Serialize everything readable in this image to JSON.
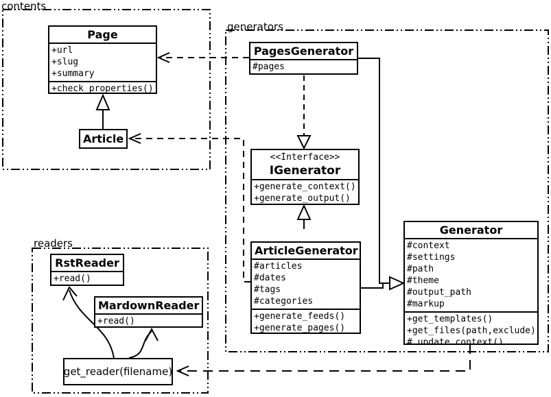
{
  "packages": {
    "contents": {
      "label": "contents"
    },
    "generators": {
      "label": "generators"
    },
    "readers": {
      "label": "readers"
    }
  },
  "classes": {
    "page": {
      "name": "Page",
      "attributes": [
        "+url",
        "+slug",
        "+summary"
      ],
      "methods": [
        "+check_properties()"
      ]
    },
    "article": {
      "name": "Article"
    },
    "pages_generator": {
      "name": "PagesGenerator",
      "attributes": [
        "#pages"
      ]
    },
    "igenerator": {
      "stereotype": "<<Interface>>",
      "name": "IGenerator",
      "methods": [
        "+generate_context()",
        "+generate_output()"
      ]
    },
    "article_generator": {
      "name": "ArticleGenerator",
      "attributes": [
        "#articles",
        "#dates",
        "#tags",
        "#categories"
      ],
      "methods": [
        "+generate_feeds()",
        "+generate_pages()"
      ]
    },
    "generator": {
      "name": "Generator",
      "attributes": [
        "#context",
        "#settings",
        "#path",
        "#theme",
        "#output_path",
        "#markup"
      ],
      "methods": [
        "+get_templates()",
        "+get_files(path,exclude)",
        "#_update_context()"
      ]
    },
    "rst_reader": {
      "name": "RstReader",
      "methods": [
        "+read()"
      ]
    },
    "markdown_reader": {
      "name": "MardownReader",
      "methods": [
        "+read()"
      ]
    },
    "get_reader": {
      "label": "get_reader(filename)"
    }
  },
  "relationships": [
    {
      "type": "generalization",
      "from": "Article",
      "to": "Page",
      "line": "solid"
    },
    {
      "type": "realization",
      "from": "PagesGenerator",
      "to": "IGenerator",
      "line": "dashed"
    },
    {
      "type": "generalization",
      "from": "ArticleGenerator",
      "to": "IGenerator",
      "line": "solid"
    },
    {
      "type": "generalization",
      "from": "PagesGenerator",
      "to": "Generator",
      "line": "solid"
    },
    {
      "type": "generalization",
      "from": "ArticleGenerator",
      "to": "Generator",
      "line": "solid"
    },
    {
      "type": "dependency",
      "from": "PagesGenerator",
      "to": "Page",
      "line": "dashed"
    },
    {
      "type": "dependency",
      "from": "ArticleGenerator",
      "to": "Article",
      "line": "dashed"
    },
    {
      "type": "dependency",
      "from": "Generator",
      "to": "get_reader(filename)",
      "line": "dashed"
    },
    {
      "type": "call-arrow",
      "from": "get_reader(filename)",
      "to": "RstReader",
      "line": "solid-curved"
    },
    {
      "type": "call-arrow",
      "from": "get_reader(filename)",
      "to": "MardownReader",
      "line": "solid-curved"
    }
  ],
  "colors": {
    "stroke": "#000000",
    "background": "#ffffff"
  }
}
